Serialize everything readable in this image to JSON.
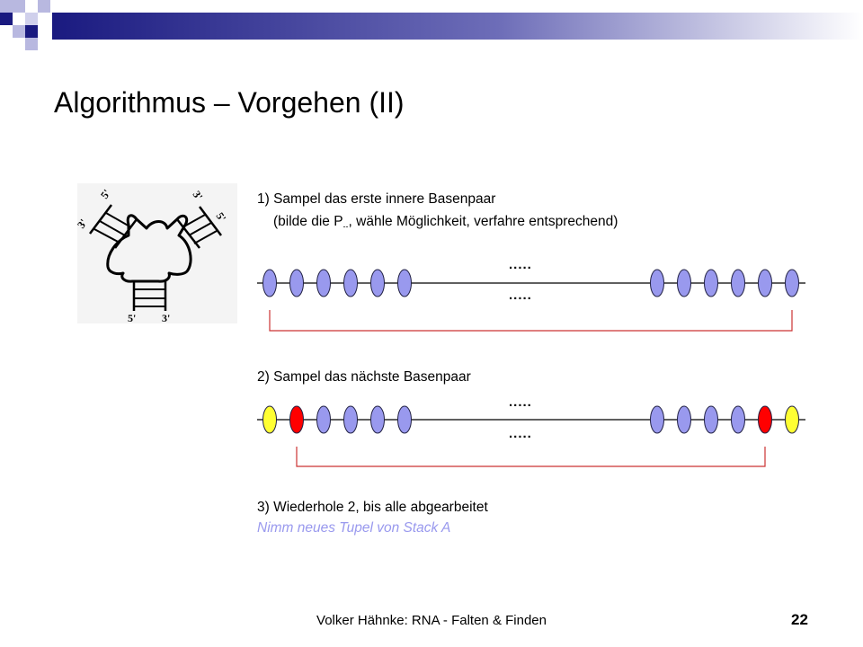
{
  "slide": {
    "title": "Algorithmus – Vorgehen (II)",
    "footer": "Volker Hähnke: RNA - Falten & Finden",
    "page_number": "22"
  },
  "steps": [
    {
      "label": "1) Sampel das erste innere Basenpaar",
      "subtext_before": "(bilde die P",
      "subtext_subscript": "--",
      "subtext_after": ", wähle Möglichkeit, verfahre entsprechend)"
    },
    {
      "label": "2) Sampel das nächste Basenpaar"
    },
    {
      "label": "3) Wiederhole 2, bis alle abgearbeitet",
      "note": "Nimm neues Tupel von Stack A"
    }
  ],
  "ellipsis": ".....",
  "structure_labels": {
    "top_left_5": "5'",
    "top_left_3": "3'",
    "top_right_3": "3'",
    "top_right_5": "5'",
    "bottom_5": "5'",
    "bottom_3": "3'"
  },
  "colors": {
    "bead_default": "#9999ee",
    "bead_paired_red": "#ff0000",
    "bead_yellow": "#ffff33",
    "bracket": "#cc3333",
    "note": "#9999ee",
    "title_bar_blue": "#1a1a80"
  },
  "sequences": [
    {
      "beads": [
        "default",
        "default",
        "default",
        "default",
        "default",
        "default",
        "default",
        "default",
        "default",
        "default",
        "default",
        "default"
      ]
    },
    {
      "beads": [
        "yellow",
        "red",
        "default",
        "default",
        "default",
        "default",
        "default",
        "default",
        "default",
        "default",
        "red",
        "yellow"
      ]
    }
  ]
}
